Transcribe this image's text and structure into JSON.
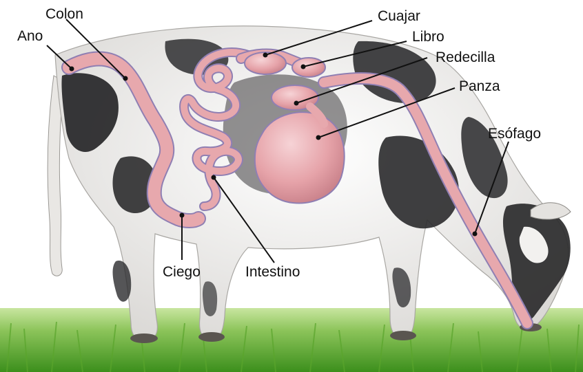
{
  "labels": {
    "colon": "Colon",
    "ano": "Ano",
    "cuajar": "Cuajar",
    "libro": "Libro",
    "redecilla": "Redecilla",
    "panza": "Panza",
    "esofago": "Esófago",
    "ciego": "Ciego",
    "intestino": "Intestino"
  },
  "colors": {
    "organ_fill": "#e7a8ad",
    "organ_outline": "#8f7fb3",
    "cow_white": "#f4f3f1",
    "cow_black": "#2a2a2c",
    "grass_top": "#b7d98a",
    "grass_bottom": "#3c8f1c",
    "leader_line": "#111111"
  }
}
